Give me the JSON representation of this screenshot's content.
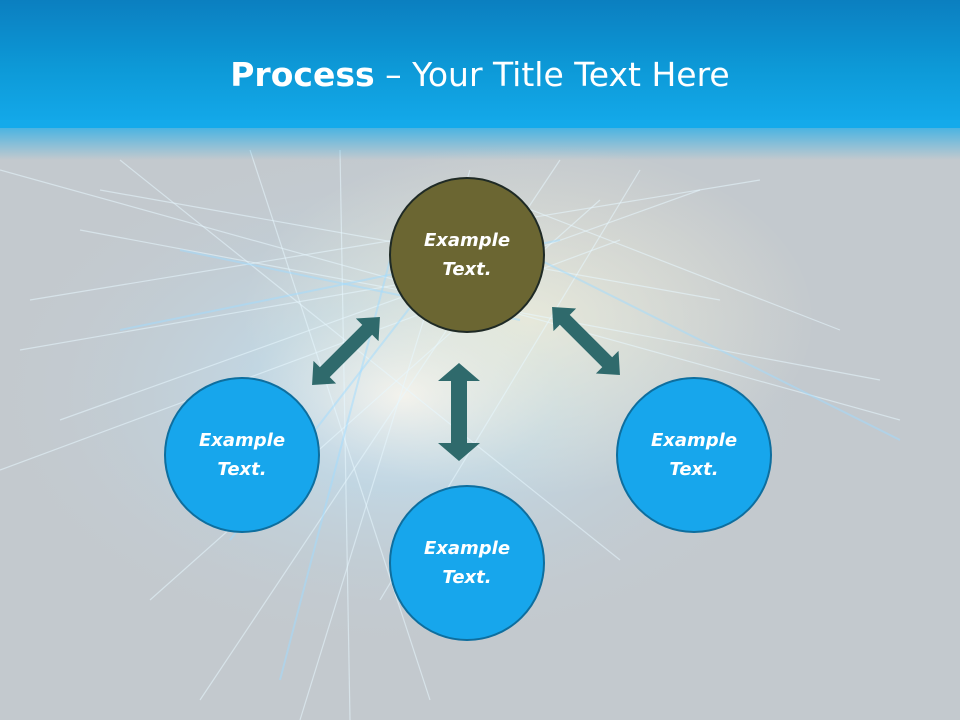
{
  "title": {
    "bold": "Process",
    "separator": " – ",
    "rest": "Your Title Text Here"
  },
  "nodes": {
    "top": {
      "line1": "Example",
      "line2": "Text."
    },
    "left": {
      "line1": "Example",
      "line2": "Text."
    },
    "bottom": {
      "line1": "Example",
      "line2": "Text."
    },
    "right": {
      "line1": "Example",
      "line2": "Text."
    }
  },
  "colors": {
    "title_band": "#0d9ad8",
    "center_node": "#6b6632",
    "outer_nodes": "#17a6ec",
    "arrows": "#2f6a6c",
    "background": "#c3c9ce"
  }
}
